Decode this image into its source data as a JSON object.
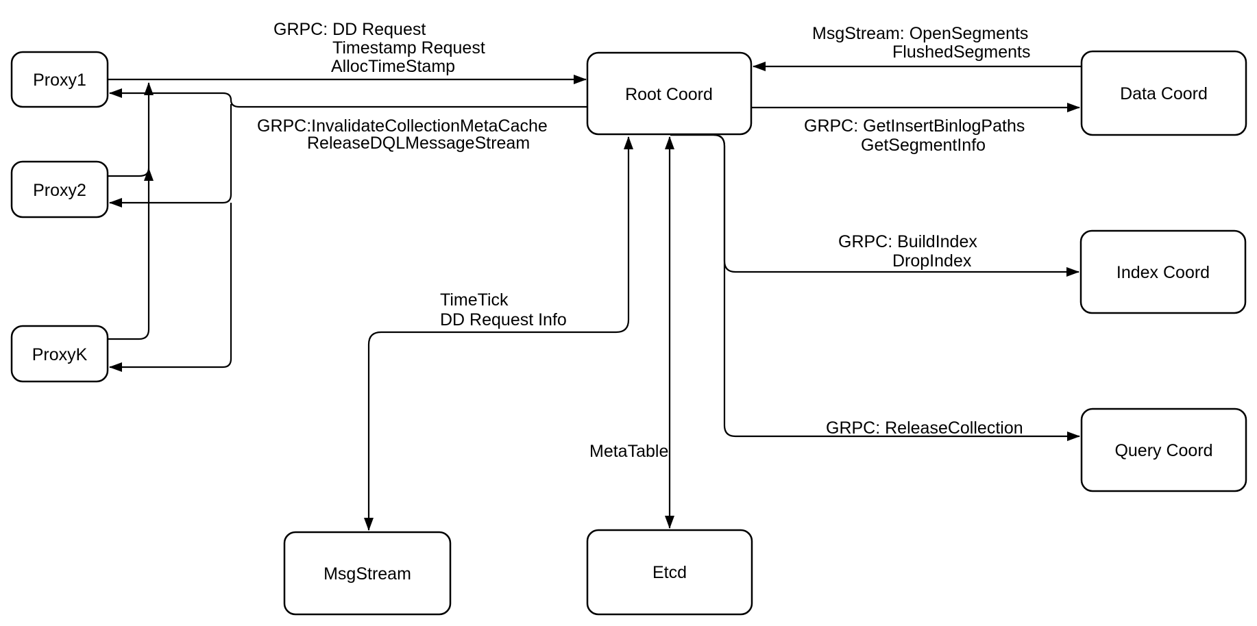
{
  "diagram": {
    "colors": {
      "stroke": "#000000",
      "background": "#ffffff"
    },
    "nodes": {
      "proxy1": {
        "label": "Proxy1"
      },
      "proxy2": {
        "label": "Proxy2"
      },
      "proxyk": {
        "label": "ProxyK"
      },
      "root_coord": {
        "label": "Root Coord"
      },
      "data_coord": {
        "label": "Data Coord"
      },
      "index_coord": {
        "label": "Index Coord"
      },
      "query_coord": {
        "label": "Query Coord"
      },
      "msgstream": {
        "label": "MsgStream"
      },
      "etcd": {
        "label": "Etcd"
      }
    },
    "edges": {
      "proxies_to_root": {
        "lines": [
          "GRPC: DD Request",
          "Timestamp Request",
          "AllocTimeStamp"
        ]
      },
      "root_to_proxies": {
        "lines": [
          "GRPC:InvalidateCollectionMetaCache",
          "ReleaseDQLMessageStream"
        ]
      },
      "data_to_root": {
        "lines": [
          "MsgStream: OpenSegments",
          "FlushedSegments"
        ]
      },
      "root_to_data": {
        "lines": [
          "GRPC: GetInsertBinlogPaths",
          "GetSegmentInfo"
        ]
      },
      "root_to_index": {
        "lines": [
          "GRPC: BuildIndex",
          "DropIndex"
        ]
      },
      "root_to_query": {
        "lines": [
          "GRPC: ReleaseCollection"
        ]
      },
      "root_to_msgstream": {
        "lines": [
          "TimeTick",
          "DD Request Info"
        ]
      },
      "root_to_etcd": {
        "lines": [
          "MetaTable"
        ]
      }
    }
  }
}
